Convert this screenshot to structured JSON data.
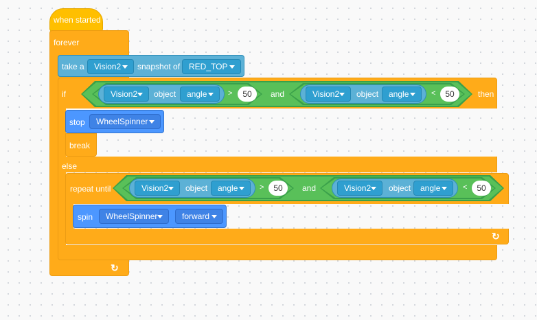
{
  "hat": {
    "label": "when started"
  },
  "forever": {
    "label": "forever"
  },
  "snapshot": {
    "take": "take a",
    "sensor": "Vision2",
    "of": "snapshot of",
    "signature": "RED_TOP"
  },
  "if_block": {
    "if": "if",
    "then": "then",
    "and": "and",
    "left": {
      "sensor": "Vision2",
      "object": "object",
      "prop": "angle",
      "op": ">",
      "value": "50"
    },
    "right": {
      "sensor": "Vision2",
      "object": "object",
      "prop": "angle",
      "op": "<",
      "value": "50"
    }
  },
  "stop_block": {
    "label": "stop",
    "motor": "WheelSpinner"
  },
  "break_block": {
    "label": "break"
  },
  "else_label": "else",
  "repeat_until": {
    "label": "repeat until",
    "and": "and",
    "left": {
      "sensor": "Vision2",
      "object": "object",
      "prop": "angle",
      "op": ">",
      "value": "50"
    },
    "right": {
      "sensor": "Vision2",
      "object": "object",
      "prop": "angle",
      "op": "<",
      "value": "50"
    }
  },
  "spin_block": {
    "label": "spin",
    "motor": "WheelSpinner",
    "direction": "forward"
  },
  "loop_icon": "↻",
  "colors": {
    "events": "#ffbf00",
    "control": "#ffab19",
    "sensing": "#5cb1d6",
    "motion": "#4c97ff",
    "operators": "#59c059"
  }
}
